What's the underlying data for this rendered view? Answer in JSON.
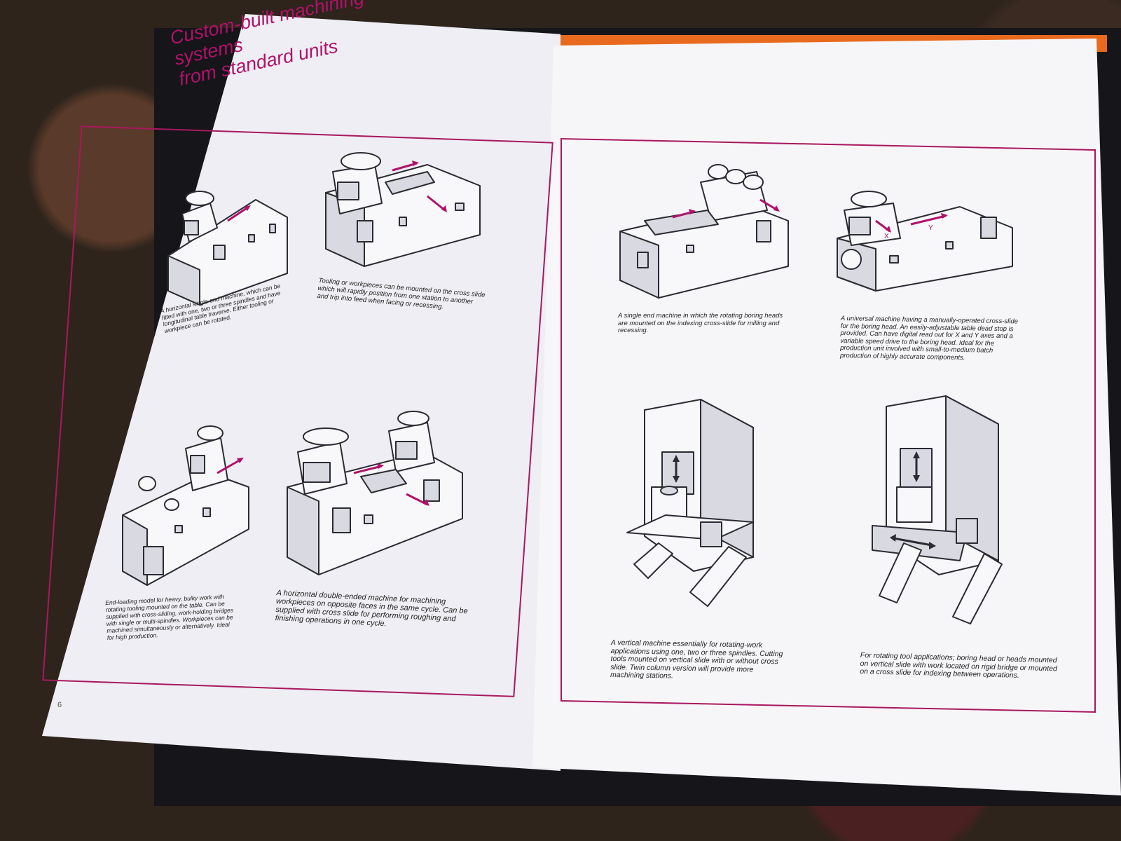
{
  "title_lines": [
    "Custom-built machining systems",
    "from standard units"
  ],
  "page_number": "6",
  "captions": {
    "left_1": "A horizontal single-end machine, which can be fitted with one, two or three spindles and have longitudinal table traverse. Either tooling or workpiece can be rotated.",
    "left_2": "Tooling or workpieces can be mounted on the cross slide which will rapidly position from one station to another and trip into feed when facing or recessing.",
    "left_3": "End-loading model for heavy, bulky work with rotating tooling mounted on the table. Can be supplied with cross-sliding, work-holding bridges with single or multi-spindles. Workpieces can be machined simultaneously or alternatively. Ideal for high production.",
    "left_4": "A horizontal double-ended machine for machining workpieces on opposite faces in the same cycle. Can be supplied with cross slide for performing roughing and finishing operations in one cycle.",
    "right_1": "A single end machine in which the rotating boring heads are mounted on the indexing cross-slide for milling and recessing.",
    "right_2": "A universal machine having a manually-operated cross-slide for the boring head. An easily-adjustable table dead stop is provided. Can have digital read out for X and Y axes and a variable speed drive to the boring head. Ideal for the production unit involved with small-to-medium batch production of highly accurate components.",
    "right_3": "A vertical machine essentially for rotating-work applications using one, two or three spindles. Cutting tools mounted on vertical slide with or without cross slide. Twin column version will provide more machining stations.",
    "right_4": "For rotating tool applications; boring head or heads mounted on vertical slide with work located on rigid bridge or mounted on a cross slide for indexing between operations."
  },
  "axis_labels": {
    "x": "X",
    "y": "Y"
  },
  "colors": {
    "accent": "#b0126a",
    "line": "#2b2b33",
    "paper": "#f4f4f8"
  }
}
